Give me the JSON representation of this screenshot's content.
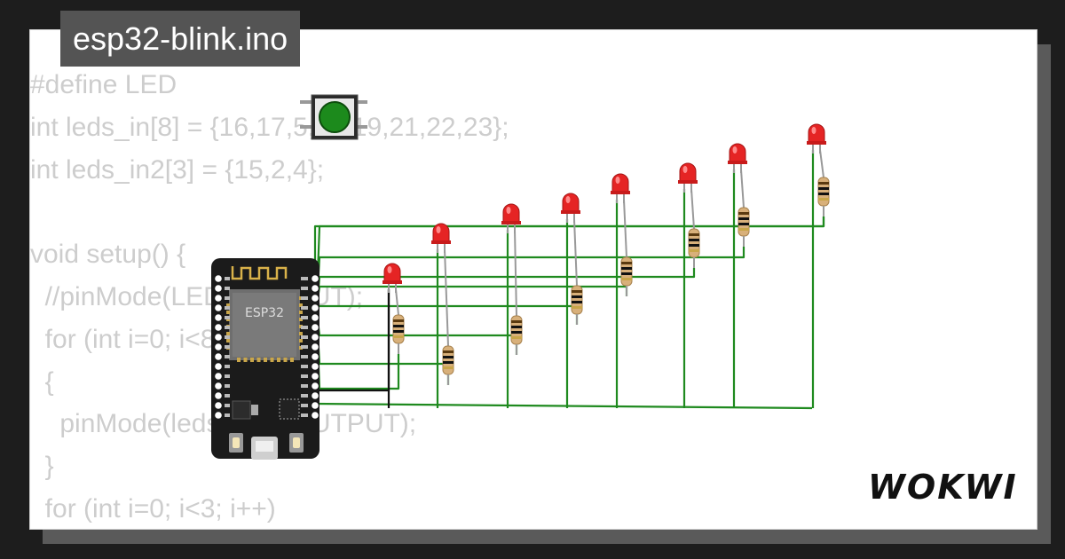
{
  "header": {
    "file_name": "esp32-blink.ino"
  },
  "code_lines": [
    "#define LED",
    "int leds_in[8] = {16,17,5,18,19,21,22,23};",
    "int leds_in2[3] = {15,2,4};",
    "",
    "void setup() {",
    "  //pinMode(LED, OUTPUT);",
    "  for (int i=0; i<8; i++)",
    "  {",
    "    pinMode(leds_in[i], OUTPUT);",
    "  }",
    "  for (int i=0; i<3; i++)"
  ],
  "board": {
    "chip_label": "ESP32"
  },
  "branding": {
    "logo_text": "WOKWI"
  },
  "colors": {
    "wire": "#1f8a1f",
    "wire_black": "#111111",
    "led": "#e52424",
    "board": "#1b1b1b",
    "chip": "#777777",
    "button_cap": "#1c8a1c"
  }
}
